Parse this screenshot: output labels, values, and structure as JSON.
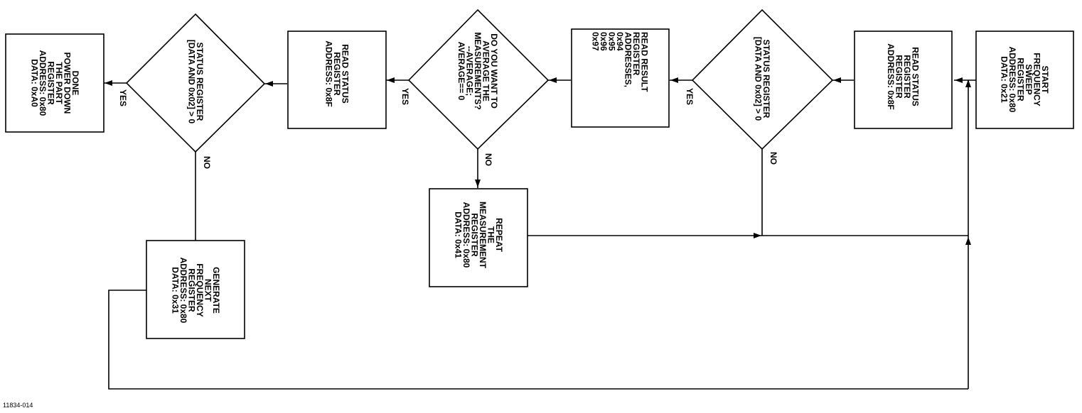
{
  "nodes": {
    "start_sweep": [
      "START",
      "FREQUENCY",
      "SWEEP",
      "REGISTER",
      "ADDRESS: 0x80",
      "DATA: 0x21"
    ],
    "read_status_1": [
      "READ STATUS",
      "REGISTER",
      "REGISTER",
      "ADDRESS: 0x8F"
    ],
    "status_check_1": [
      "STATUS REGISTER",
      "[DATA AND 0x02] > 0"
    ],
    "read_result": [
      "READ RESULT",
      "REGISTER",
      "ADDRESSES,",
      "0x94",
      "0x95",
      "0x96",
      "0x97"
    ],
    "average_decision": [
      "DO YOU WANT TO",
      "AVERAGE THE",
      "MEASUREMENTS?",
      "--AVERAGE;",
      "AVERAGE== 0"
    ],
    "read_status_2": [
      "READ STATUS",
      "REGISTER",
      "ADDRESS: 0x8F"
    ],
    "status_check_2": [
      "STATUS REGISTER",
      "[DATA AND 0x02] > 0"
    ],
    "done": [
      "DONE",
      "POWER DOWN",
      "THE PART",
      "REGISTER",
      "ADDRESS: 0x80",
      "DATA: 0xA0"
    ],
    "repeat_measurement": [
      "REPEAT",
      "THE",
      "MEASUREMENT",
      "REGISTER",
      "ADDRESS: 0x80",
      "DATA: 0x41"
    ],
    "next_frequency": [
      "GENERATE",
      "NEXT",
      "FREQUENCY",
      "REGISTER",
      "ADDRESS: 0x80",
      "DATA: 0x31"
    ]
  },
  "edge_labels": {
    "check1_yes": "YES",
    "check1_no": "NO",
    "average_yes": "YES",
    "average_no": "NO",
    "check2_yes": "YES",
    "check2_no": "NO"
  },
  "figure_id": "11834-014"
}
